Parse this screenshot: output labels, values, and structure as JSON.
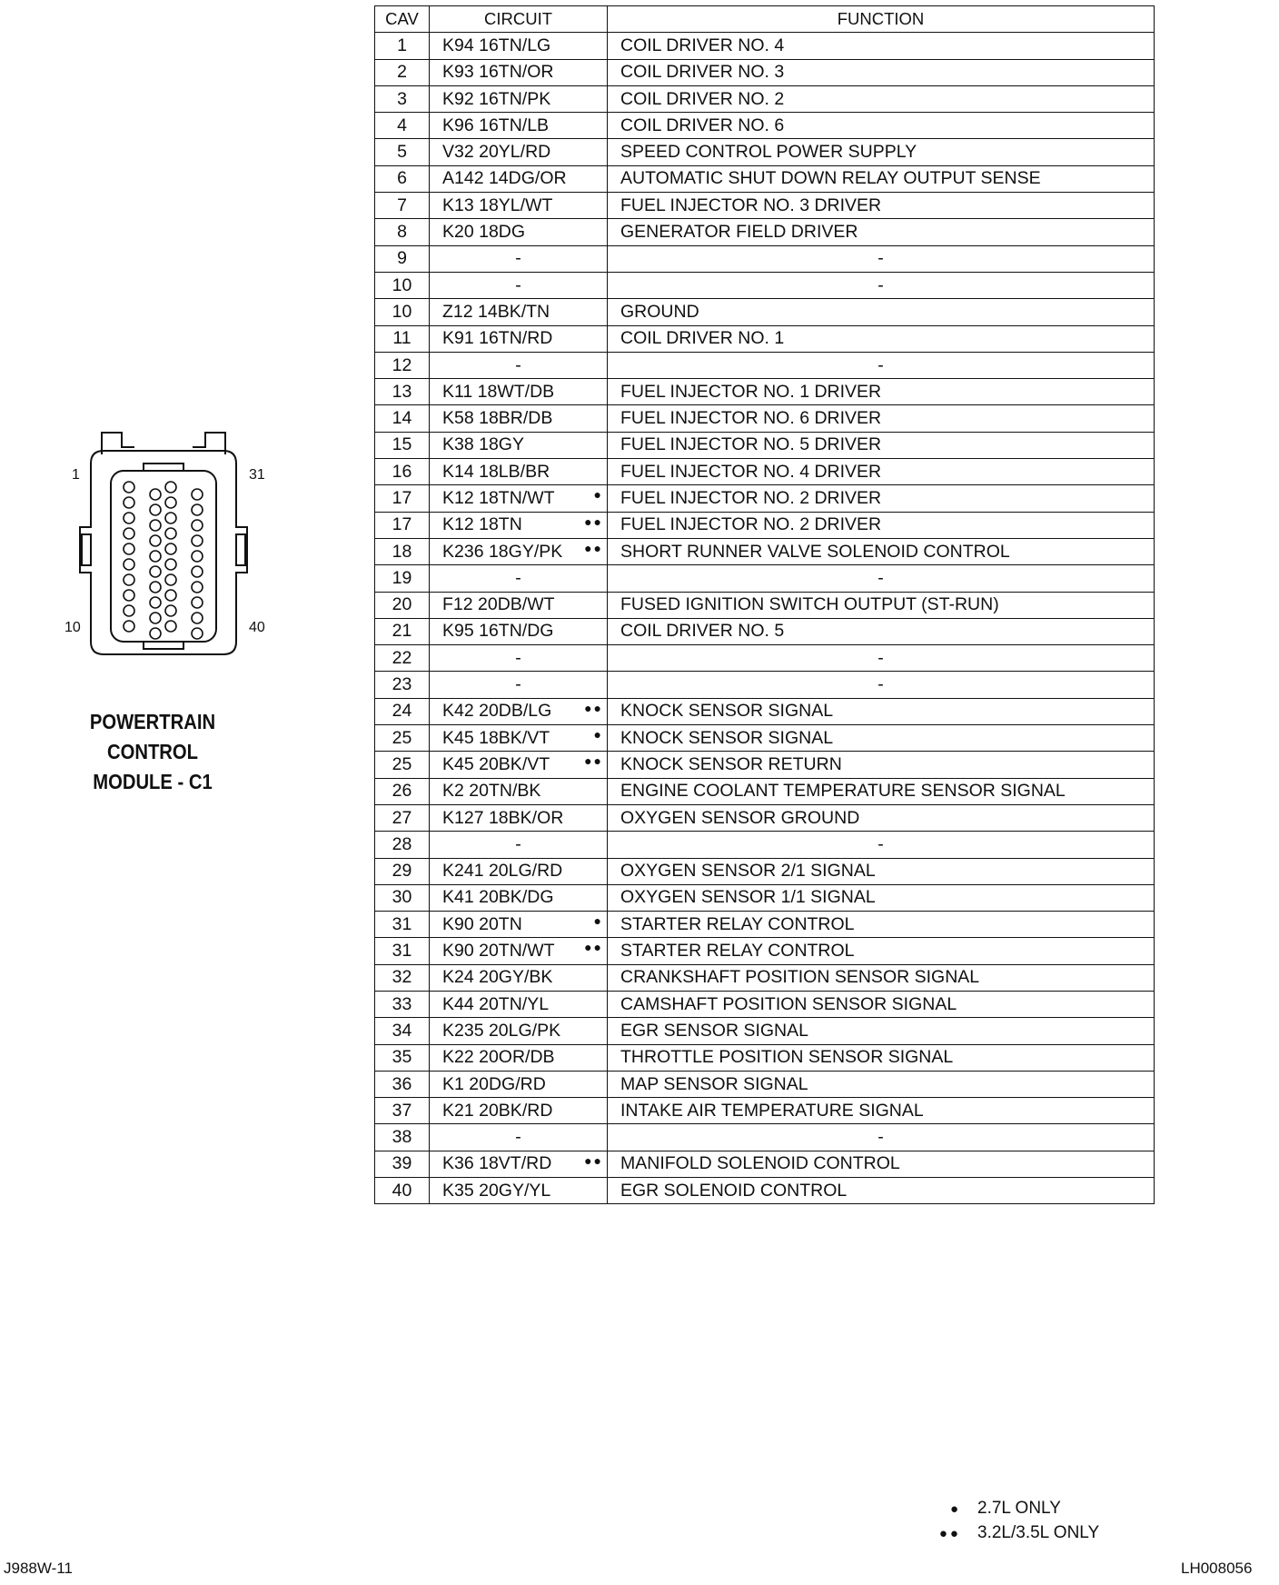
{
  "connector": {
    "pin_labels": {
      "top_left": "1",
      "top_right": "31",
      "bottom_left": "10",
      "bottom_right": "40"
    },
    "title_lines": [
      "POWERTRAIN",
      "CONTROL",
      "MODULE - C1"
    ]
  },
  "table": {
    "headers": {
      "cav": "CAV",
      "circuit": "CIRCUIT",
      "function": "FUNCTION"
    },
    "rows": [
      {
        "cav": "1",
        "circuit": "K94 16TN/LG",
        "mark": "",
        "function": "COIL DRIVER NO. 4"
      },
      {
        "cav": "2",
        "circuit": "K93 16TN/OR",
        "mark": "",
        "function": "COIL DRIVER NO. 3"
      },
      {
        "cav": "3",
        "circuit": "K92 16TN/PK",
        "mark": "",
        "function": "COIL DRIVER NO. 2"
      },
      {
        "cav": "4",
        "circuit": "K96 16TN/LB",
        "mark": "",
        "function": "COIL DRIVER NO. 6"
      },
      {
        "cav": "5",
        "circuit": "V32 20YL/RD",
        "mark": "",
        "function": "SPEED CONTROL POWER SUPPLY"
      },
      {
        "cav": "6",
        "circuit": "A142 14DG/OR",
        "mark": "",
        "function": "AUTOMATIC SHUT DOWN RELAY OUTPUT SENSE"
      },
      {
        "cav": "7",
        "circuit": "K13 18YL/WT",
        "mark": "",
        "function": "FUEL INJECTOR NO. 3 DRIVER"
      },
      {
        "cav": "8",
        "circuit": "K20 18DG",
        "mark": "",
        "function": "GENERATOR FIELD DRIVER"
      },
      {
        "cav": "9",
        "circuit": "-",
        "mark": "",
        "function": "-"
      },
      {
        "cav": "10",
        "circuit": "-",
        "mark": "",
        "function": "-"
      },
      {
        "cav": "10",
        "circuit": "Z12 14BK/TN",
        "mark": "",
        "function": "GROUND"
      },
      {
        "cav": "11",
        "circuit": "K91 16TN/RD",
        "mark": "",
        "function": "COIL DRIVER NO. 1"
      },
      {
        "cav": "12",
        "circuit": "-",
        "mark": "",
        "function": "-"
      },
      {
        "cav": "13",
        "circuit": "K11 18WT/DB",
        "mark": "",
        "function": "FUEL INJECTOR NO. 1 DRIVER"
      },
      {
        "cav": "14",
        "circuit": "K58 18BR/DB",
        "mark": "",
        "function": "FUEL INJECTOR NO. 6 DRIVER"
      },
      {
        "cav": "15",
        "circuit": "K38 18GY",
        "mark": "",
        "function": "FUEL INJECTOR NO. 5 DRIVER"
      },
      {
        "cav": "16",
        "circuit": "K14 18LB/BR",
        "mark": "",
        "function": "FUEL INJECTOR NO. 4 DRIVER"
      },
      {
        "cav": "17",
        "circuit": "K12 18TN/WT",
        "mark": "●",
        "function": "FUEL INJECTOR NO. 2 DRIVER"
      },
      {
        "cav": "17",
        "circuit": "K12 18TN",
        "mark": "●●",
        "function": "FUEL INJECTOR NO. 2 DRIVER"
      },
      {
        "cav": "18",
        "circuit": "K236 18GY/PK",
        "mark": "●●",
        "function": "SHORT RUNNER VALVE SOLENOID CONTROL"
      },
      {
        "cav": "19",
        "circuit": "-",
        "mark": "",
        "function": "-"
      },
      {
        "cav": "20",
        "circuit": "F12 20DB/WT",
        "mark": "",
        "function": "FUSED IGNITION SWITCH OUTPUT (ST-RUN)"
      },
      {
        "cav": "21",
        "circuit": "K95 16TN/DG",
        "mark": "",
        "function": "COIL DRIVER NO. 5"
      },
      {
        "cav": "22",
        "circuit": "-",
        "mark": "",
        "function": "-"
      },
      {
        "cav": "23",
        "circuit": "-",
        "mark": "",
        "function": "-"
      },
      {
        "cav": "24",
        "circuit": "K42 20DB/LG",
        "mark": "●●",
        "function": "KNOCK SENSOR SIGNAL"
      },
      {
        "cav": "25",
        "circuit": "K45 18BK/VT",
        "mark": "●",
        "function": "KNOCK SENSOR SIGNAL"
      },
      {
        "cav": "25",
        "circuit": "K45 20BK/VT",
        "mark": "●●",
        "function": "KNOCK SENSOR RETURN"
      },
      {
        "cav": "26",
        "circuit": "K2 20TN/BK",
        "mark": "",
        "function": "ENGINE COOLANT TEMPERATURE SENSOR SIGNAL"
      },
      {
        "cav": "27",
        "circuit": "K127 18BK/OR",
        "mark": "",
        "function": "OXYGEN SENSOR GROUND"
      },
      {
        "cav": "28",
        "circuit": "-",
        "mark": "",
        "function": "-"
      },
      {
        "cav": "29",
        "circuit": "K241 20LG/RD",
        "mark": "",
        "function": "OXYGEN SENSOR 2/1 SIGNAL"
      },
      {
        "cav": "30",
        "circuit": "K41 20BK/DG",
        "mark": "",
        "function": "OXYGEN SENSOR 1/1 SIGNAL"
      },
      {
        "cav": "31",
        "circuit": "K90 20TN",
        "mark": "●",
        "function": "STARTER RELAY CONTROL"
      },
      {
        "cav": "31",
        "circuit": "K90 20TN/WT",
        "mark": "●●",
        "function": "STARTER RELAY CONTROL"
      },
      {
        "cav": "32",
        "circuit": "K24 20GY/BK",
        "mark": "",
        "function": "CRANKSHAFT POSITION SENSOR SIGNAL"
      },
      {
        "cav": "33",
        "circuit": "K44 20TN/YL",
        "mark": "",
        "function": "CAMSHAFT POSITION SENSOR SIGNAL"
      },
      {
        "cav": "34",
        "circuit": "K235 20LG/PK",
        "mark": "",
        "function": "EGR SENSOR SIGNAL"
      },
      {
        "cav": "35",
        "circuit": "K22 20OR/DB",
        "mark": "",
        "function": "THROTTLE POSITION SENSOR SIGNAL"
      },
      {
        "cav": "36",
        "circuit": "K1 20DG/RD",
        "mark": "",
        "function": "MAP SENSOR SIGNAL"
      },
      {
        "cav": "37",
        "circuit": "K21 20BK/RD",
        "mark": "",
        "function": "INTAKE AIR TEMPERATURE SIGNAL"
      },
      {
        "cav": "38",
        "circuit": "-",
        "mark": "",
        "function": "-"
      },
      {
        "cav": "39",
        "circuit": "K36 18VT/RD",
        "mark": "●●",
        "function": "MANIFOLD SOLENOID CONTROL"
      },
      {
        "cav": "40",
        "circuit": "K35 20GY/YL",
        "mark": "",
        "function": "EGR SOLENOID CONTROL"
      }
    ]
  },
  "legend": [
    {
      "symbol": "●",
      "text": "2.7L ONLY"
    },
    {
      "symbol": "●●",
      "text": "3.2L/3.5L ONLY"
    }
  ],
  "footer": {
    "left": "J988W-11",
    "right": "LH008056"
  }
}
